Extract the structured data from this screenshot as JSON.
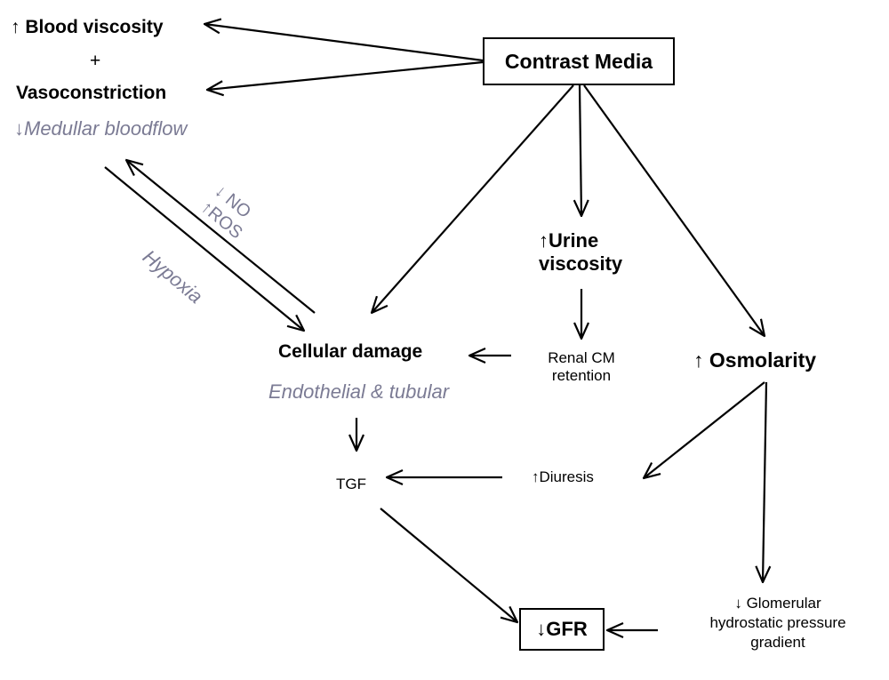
{
  "nodes": {
    "contrast_media": "Contrast Media",
    "blood_viscosity": "↑ Blood viscosity",
    "plus": "+",
    "vasoconstriction": "Vasoconstriction",
    "medullar_bloodflow": "↓Medullar bloodflow",
    "no": "↓ NO",
    "ros": "↑ROS",
    "hypoxia": "Hypoxia",
    "urine_viscosity_line1": "↑Urine",
    "urine_viscosity_line2": "viscosity",
    "renal_cm_line1": "Renal CM",
    "renal_cm_line2": "retention",
    "cellular_damage": "Cellular damage",
    "endothelial_tubular": "Endothelial & tubular",
    "osmolarity": "↑ Osmolarity",
    "tgf": "TGF",
    "diuresis": "↑Diuresis",
    "glomerular_line1": "↓ Glomerular",
    "glomerular_line2": "hydrostatic pressure",
    "glomerular_line3": "gradient",
    "gfr": "↓GFR"
  },
  "colors": {
    "main_text": "#000000",
    "secondary_text": "#7b7b94",
    "arrow": "#000000"
  }
}
